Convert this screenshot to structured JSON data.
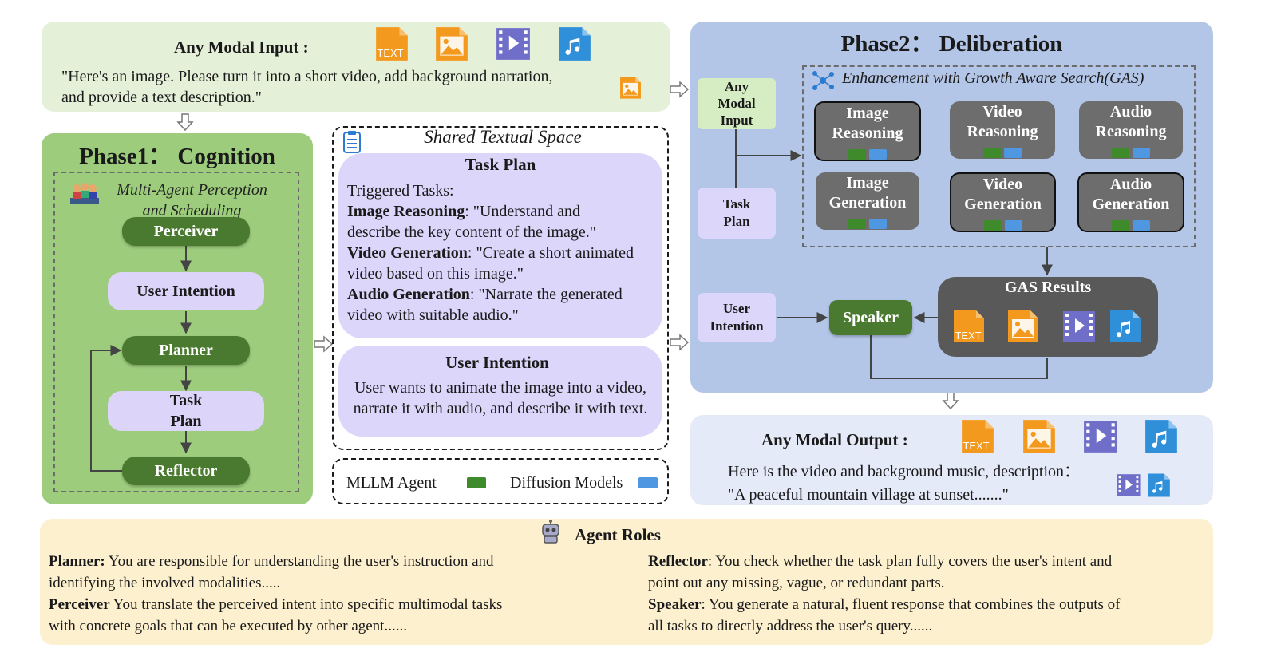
{
  "input": {
    "title": "Any Modal Input :",
    "text_line1": "\"Here's an image. Please turn it into a short video, add background narration,",
    "text_line2": "and provide a text description.\""
  },
  "phase1": {
    "title": "Phase1： Cognition",
    "subtitle_line1": "Multi-Agent Perception",
    "subtitle_line2": "and Scheduling",
    "perceiver": "Perceiver",
    "user_intention": "User Intention",
    "planner": "Planner",
    "task_plan_line1": "Task",
    "task_plan_line2": "Plan",
    "reflector": "Reflector"
  },
  "shared": {
    "title": "Shared Textual Space",
    "task_plan_title": "Task Plan",
    "triggered": "Triggered Tasks:",
    "t1_label": "Image Reasoning",
    "t1_text_a": ": \"Understand and",
    "t1_text_b": "describe the key content of the image.\"",
    "t2_label": "Video Generation",
    "t2_text_a": ": \"Create a short animated",
    "t2_text_b": "video based on this image.\"",
    "t3_label": "Audio Generation",
    "t3_text_a": ": \"Narrate the generated",
    "t3_text_b": "video with suitable audio.\"",
    "ui_title": "User Intention",
    "ui_line1": "User wants to animate the image into a video,",
    "ui_line2": "narrate it with audio, and describe it with text."
  },
  "legend": {
    "mllm": "MLLM  Agent",
    "diffusion": "Diffusion Models",
    "green": "#3f8a2b",
    "blue": "#4f97e0"
  },
  "phase2": {
    "title": "Phase2： Deliberation",
    "gas_title": "Enhancement with Growth Aware Search(GAS)",
    "any_modal_input_l1": "Any",
    "any_modal_input_l2": "Modal",
    "any_modal_input_l3": "Input",
    "task_plan_l1": "Task",
    "task_plan_l2": "Plan",
    "user_intention_l1": "User",
    "user_intention_l2": "Intention",
    "boxes": [
      {
        "l1": "Image",
        "l2": "Reasoning"
      },
      {
        "l1": "Video",
        "l2": "Reasoning"
      },
      {
        "l1": "Audio",
        "l2": "Reasoning"
      },
      {
        "l1": "Image",
        "l2": "Generation"
      },
      {
        "l1": "Video",
        "l2": "Generation"
      },
      {
        "l1": "Audio",
        "l2": "Generation"
      }
    ],
    "speaker": "Speaker",
    "gas_results": "GAS Results",
    "text_icon": "TEXT"
  },
  "output": {
    "title": "Any Modal Output :",
    "line1": "Here is the video and background music, description：",
    "line2": "\"A peaceful mountain village at sunset.......\"",
    "text_icon": "TEXT"
  },
  "roles": {
    "title": "Agent Roles",
    "planner_label": "Planner:",
    "planner_text_a": " You are responsible for understanding the user's instruction and",
    "planner_text_b": "identifying the involved modalities.....",
    "perceiver_label": "Perceiver",
    "perceiver_text_a": "  You translate the perceived intent into specific multimodal tasks",
    "perceiver_text_b": "with concrete goals that can be executed by other agent......",
    "reflector_label": "Reflector",
    "reflector_text_a": ": You check whether the task plan fully covers the user's intent and",
    "reflector_text_b": "point out any missing, vague, or redundant parts.",
    "speaker_label": "Speaker",
    "speaker_text_a": ": You generate a natural, fluent response that combines the outputs of",
    "speaker_text_b": "all tasks to directly address the user's query......"
  },
  "icons": {
    "text": "text-file-icon",
    "image": "image-file-icon",
    "video": "video-file-icon",
    "audio": "audio-file-icon",
    "colors": {
      "orange": "#f39a1e",
      "video": "#6f6fc9",
      "audio": "#2f8fd8"
    }
  }
}
